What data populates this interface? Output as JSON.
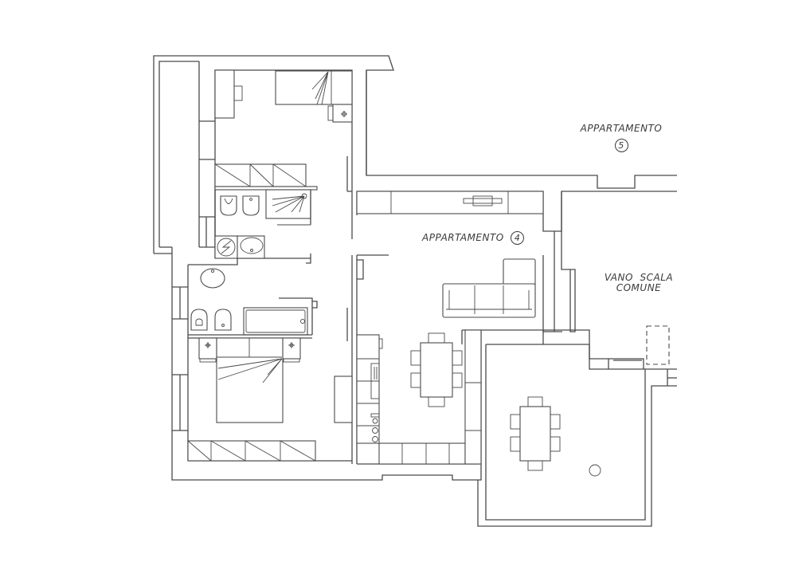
{
  "drawing": {
    "type": "architectural-floor-plan",
    "line_color": "#4a4a4a",
    "background": "#ffffff"
  },
  "labels": {
    "apt5": {
      "text": "APPARTAMENTO",
      "number": "5"
    },
    "apt4": {
      "text": "APPARTAMENTO",
      "number": "4"
    },
    "stair": {
      "line1": "VANO  SCALA",
      "line2": "COMUNE"
    }
  },
  "rooms": [
    {
      "id": "single-bedroom",
      "furniture": [
        "single-bed",
        "nightstand",
        "desk",
        "wardrobe"
      ]
    },
    {
      "id": "bathroom-1",
      "furniture": [
        "toilet",
        "bidet",
        "shower",
        "washing-machine",
        "sink"
      ]
    },
    {
      "id": "bathroom-2",
      "furniture": [
        "sink",
        "toilet",
        "bidet",
        "bathtub"
      ]
    },
    {
      "id": "master-bedroom",
      "furniture": [
        "double-bed",
        "nightstand",
        "nightstand",
        "wardrobe",
        "dresser"
      ]
    },
    {
      "id": "living-kitchen",
      "furniture": [
        "sofa",
        "dining-table-6",
        "kitchen-counter",
        "sink",
        "cooktop",
        "tv-cabinet"
      ]
    },
    {
      "id": "terrace",
      "furniture": [
        "dining-table-6",
        "round-pot"
      ]
    },
    {
      "id": "common-stairwell",
      "furniture": [
        "elevator-outline"
      ]
    }
  ]
}
